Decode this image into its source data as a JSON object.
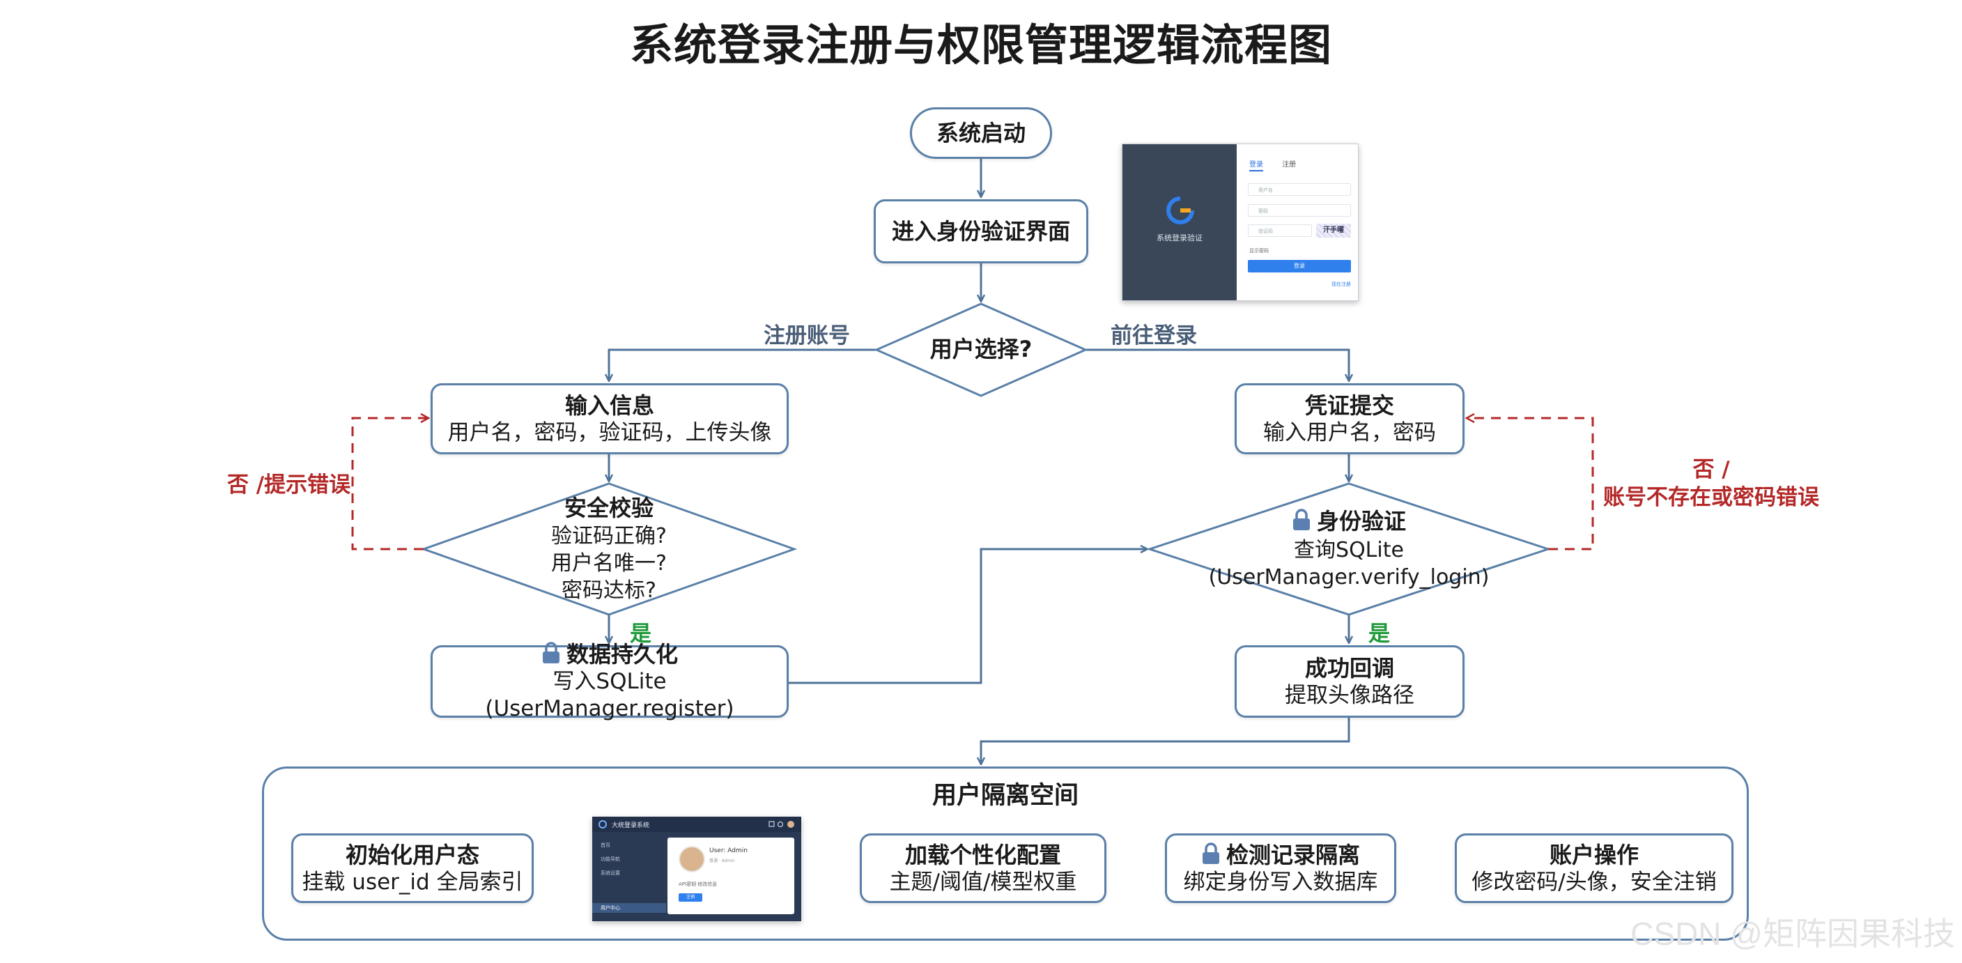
{
  "title": "系统登录注册与权限管理逻辑流程图",
  "start": {
    "label": "系统启动"
  },
  "auth_page": {
    "label": "进入身份验证界面"
  },
  "choice": {
    "label": "用户选择?"
  },
  "edges": {
    "register": "注册账号",
    "login": "前往登录",
    "yes_left": "是",
    "yes_right": "是"
  },
  "input_info": {
    "heading": "输入信息",
    "body": "用户名，密码，验证码，上传头像"
  },
  "security_check": {
    "heading": "安全校验",
    "lines": [
      "验证码正确?",
      "用户名唯一?",
      "密码达标?"
    ]
  },
  "persist": {
    "heading": "数据持久化",
    "body": "写入SQLite (UserManager.register)"
  },
  "credentials": {
    "heading": "凭证提交",
    "body": "输入用户名，密码"
  },
  "identity_check": {
    "heading": "身份验证",
    "lines": [
      "查询SQLite",
      "(UserManager.verify_login)"
    ]
  },
  "success": {
    "heading": "成功回调",
    "body": "提取头像路径"
  },
  "errors": {
    "left": "否 /提示错误",
    "right_line1": "否 /",
    "right_line2": "账号不存在或密码错误"
  },
  "isolation": {
    "title": "用户隔离空间",
    "steps": [
      {
        "heading": "初始化用户态",
        "body": "挂载 user_id 全局索引"
      },
      {
        "heading": "加载个性化配置",
        "body": "主题/阈值/模型权重"
      },
      {
        "heading": "检测记录隔离",
        "body": "绑定身份写入数据库"
      },
      {
        "heading": "账户操作",
        "body": "修改密码/头像，安全注销"
      }
    ]
  },
  "login_mock": {
    "app_name": "系统登录验证",
    "tab_login": "登录",
    "tab_register": "注册",
    "username_placeholder": "用户名",
    "password_placeholder": "密码",
    "captcha_placeholder": "验证码",
    "captcha_text": "汗手曜",
    "remember": "显示密码",
    "login_button": "登录",
    "register_link": "现在注册"
  },
  "dashboard_mock": {
    "app_name": "大统登录系统",
    "nav": [
      "首页",
      "功能导航",
      "系统设置",
      "用户中心"
    ],
    "user_label": "User: Admin",
    "user_sub": "普通 · Admin",
    "row": "API密钥  修改信息",
    "button": "注销"
  },
  "watermark": "CSDN @矩阵因果科技",
  "colors": {
    "border": "#5a80a8",
    "arrow": "#4f7399",
    "error": "#b42828",
    "yes": "#1f9a3a"
  }
}
